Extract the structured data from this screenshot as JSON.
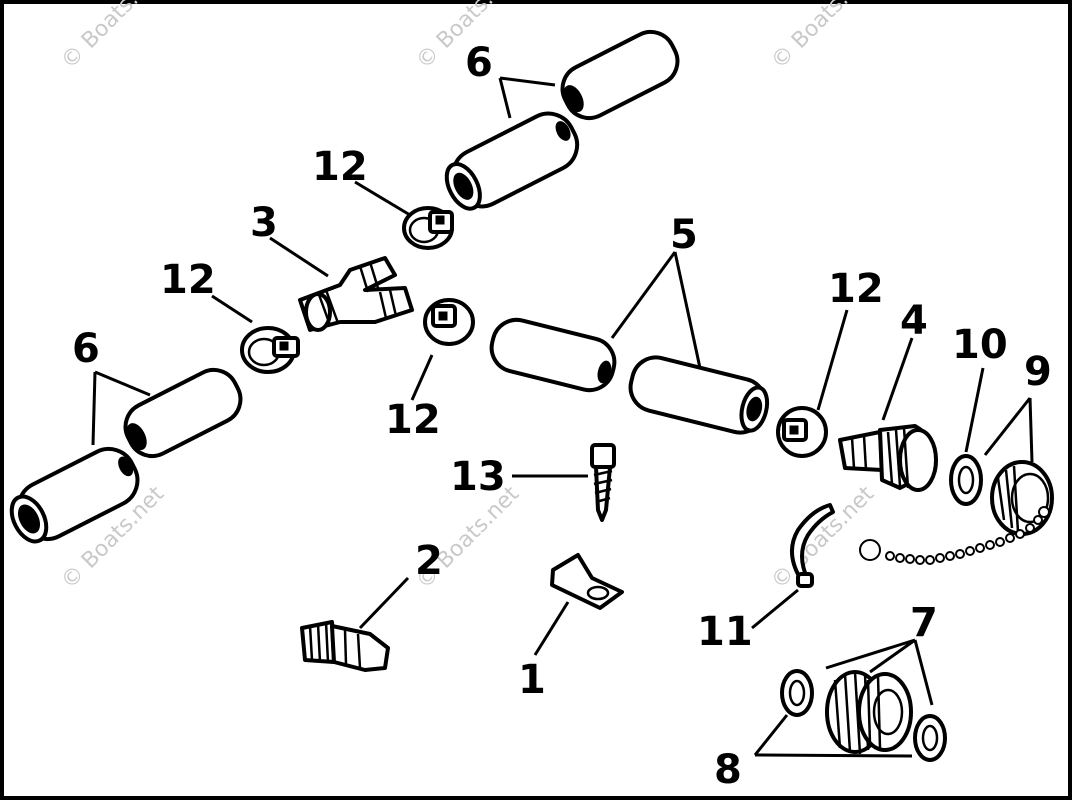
{
  "labels": {
    "l1": "1",
    "l2": "2",
    "l3": "3",
    "l4": "4",
    "l5": "5",
    "l6_top": "6",
    "l6_left": "6",
    "l7": "7",
    "l8": "8",
    "l9": "9",
    "l10": "10",
    "l11": "11",
    "l12_a": "12",
    "l12_b": "12",
    "l12_c": "12",
    "l12_d": "12",
    "l13": "13"
  },
  "watermark": "© Boats.net",
  "colors": {
    "ink": "#000000",
    "paper": "#ffffff",
    "watermark": "#c9c9c9"
  }
}
